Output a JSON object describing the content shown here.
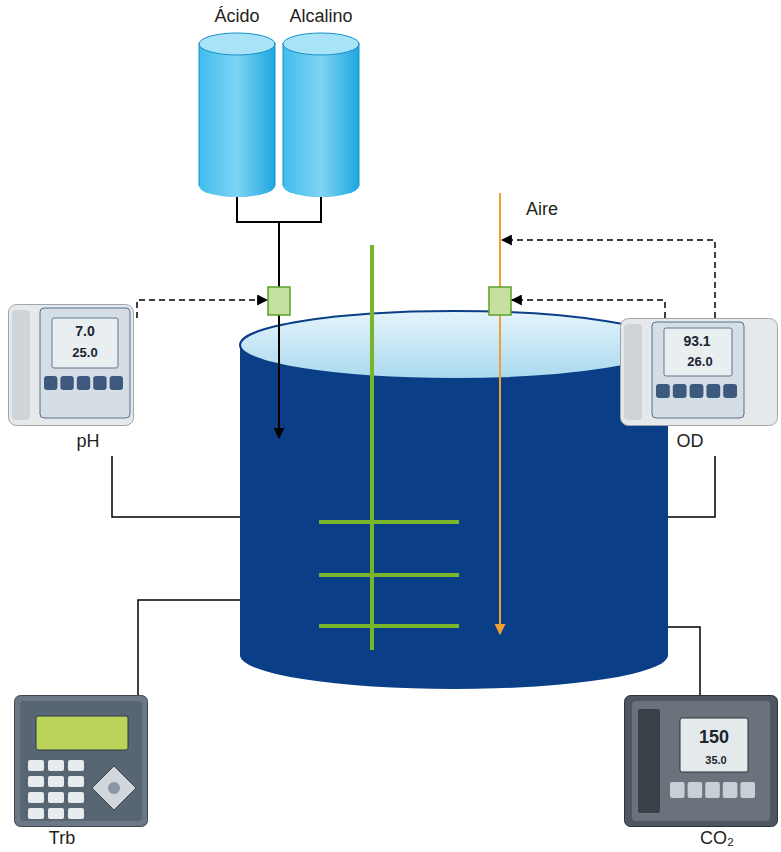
{
  "diagram": {
    "nodes": [
      {
        "text": [
          "Ácido"
        ]
      },
      {
        "text": [
          "Alcalino"
        ]
      },
      {
        "text": [
          "pH"
        ]
      },
      {
        "text": [
          "OD"
        ]
      },
      {
        "text": [
          "Trb"
        ]
      },
      {
        "text": [
          "CO₂"
        ]
      }
    ],
    "labels": [
      "Aire",
      "7.0",
      "25.0",
      "93.1",
      "26.0",
      "150",
      "35.0"
    ]
  }
}
